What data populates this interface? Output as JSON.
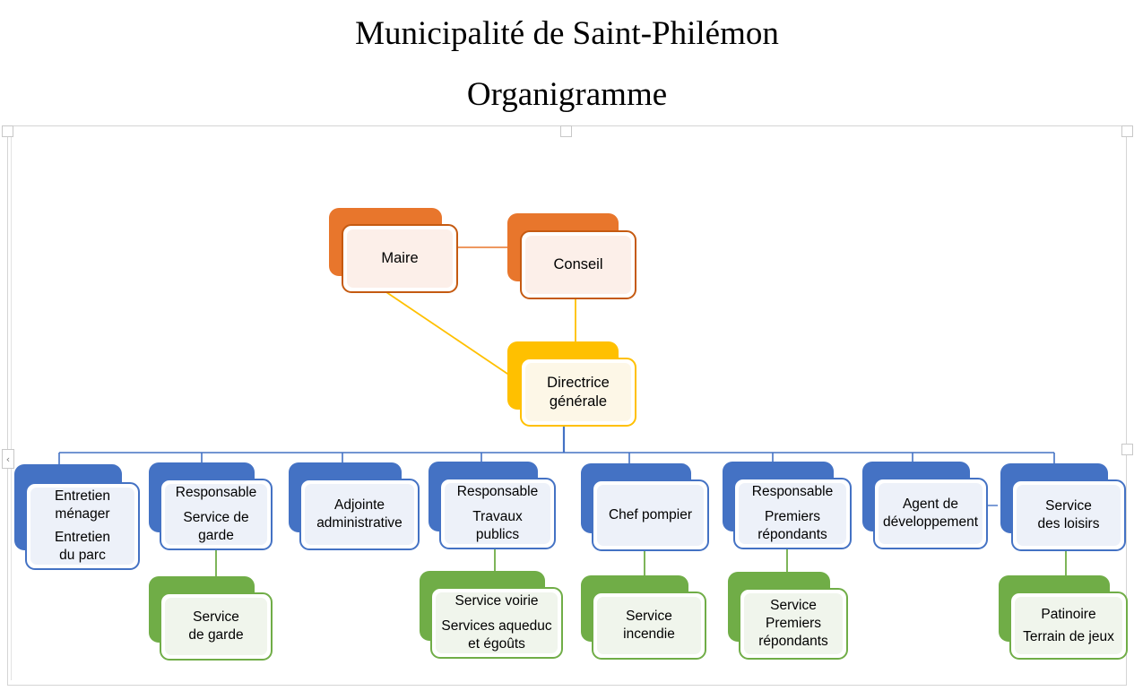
{
  "title": {
    "line1": "Municipalité de Saint-Philémon",
    "line2": "Organigramme"
  },
  "colors": {
    "orange": "#E8762C",
    "orange_border": "#C55A11",
    "yellow": "#FFC000",
    "blue": "#4472C4",
    "green": "#70AD47",
    "connector_blue": "#4472C4",
    "connector_yellow": "#FFC000",
    "connector_green": "#70AD47",
    "frame_gray": "#D4D4D4"
  },
  "handles": {
    "collapse_chevron": "‹"
  },
  "org": {
    "top": [
      {
        "id": "maire",
        "label": "Maire",
        "lines": [
          "Maire"
        ]
      },
      {
        "id": "conseil",
        "label": "Conseil",
        "lines": [
          "Conseil"
        ]
      },
      {
        "id": "directrice",
        "label": "Directrice générale",
        "lines": [
          "Directrice",
          "générale"
        ]
      }
    ],
    "departments": [
      {
        "id": "entretien",
        "lines": [
          "Entretien",
          "ménager"
        ],
        "lines2": [
          "Entretien",
          "du parc"
        ]
      },
      {
        "id": "resp-garde",
        "lines": [
          "Responsable"
        ],
        "lines2": [
          "Service de",
          "garde"
        ]
      },
      {
        "id": "adjointe",
        "lines": [
          "Adjointe",
          "administrative"
        ],
        "lines2": []
      },
      {
        "id": "resp-travaux",
        "lines": [
          "Responsable"
        ],
        "lines2": [
          "Travaux",
          "publics"
        ]
      },
      {
        "id": "chef-pompier",
        "lines": [
          "Chef pompier"
        ],
        "lines2": []
      },
      {
        "id": "resp-premiers",
        "lines": [
          "Responsable"
        ],
        "lines2": [
          "Premiers",
          "répondants"
        ]
      },
      {
        "id": "agent-dev",
        "lines": [
          "Agent de",
          "développement"
        ],
        "lines2": []
      },
      {
        "id": "service-loisirs",
        "lines": [
          "Service",
          "des loisirs"
        ],
        "lines2": []
      }
    ],
    "services": [
      {
        "id": "service-garde",
        "parent": "resp-garde",
        "lines": [
          "Service",
          "de garde"
        ],
        "lines2": []
      },
      {
        "id": "service-voirie",
        "parent": "resp-travaux",
        "lines": [
          "Service voirie"
        ],
        "lines2": [
          "Services aqueduc",
          "et égoûts"
        ]
      },
      {
        "id": "service-incendie",
        "parent": "chef-pompier",
        "lines": [
          "Service",
          "incendie"
        ],
        "lines2": []
      },
      {
        "id": "service-premiers",
        "parent": "resp-premiers",
        "lines": [
          "Service",
          "Premiers",
          "répondants"
        ],
        "lines2": []
      },
      {
        "id": "patinoire",
        "parent": "service-loisirs",
        "lines": [
          "Patinoire"
        ],
        "lines2": [
          "Terrain de jeux"
        ]
      }
    ]
  }
}
